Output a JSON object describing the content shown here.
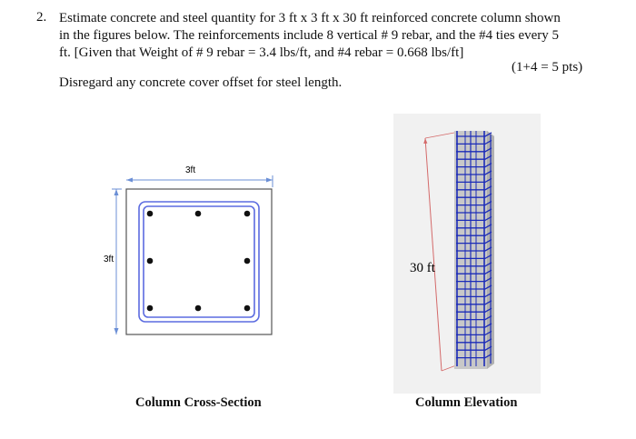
{
  "question": {
    "number": "2.",
    "lines": [
      "Estimate concrete and steel quantity for 3 ft x 3 ft x 30 ft reinforced concrete column shown",
      "in the figures below. The reinforcements include 8 vertical # 9 rebar, and the #4 ties every 5",
      "ft.  [Given that Weight of # 9 rebar = 3.4 lbs/ft, and #4 rebar = 0.668 lbs/ft]"
    ],
    "points": "(1+4 = 5 pts)",
    "note": "Disregard any concrete cover offset for steel length."
  },
  "cross_section": {
    "width_label": "3ft",
    "height_label": "3ft",
    "rebar_count": 8,
    "caption": "Column Cross-Section"
  },
  "elevation": {
    "height_label": "30 ft",
    "caption": "Column Elevation"
  },
  "colors": {
    "tie_blue": "#5b6be0",
    "dim_line_blue": "#6b8fd6",
    "elev_rebar": "#1b2bb8",
    "elev_dim_red": "#d46a6a",
    "concrete_gray": "#c8c8c8"
  }
}
